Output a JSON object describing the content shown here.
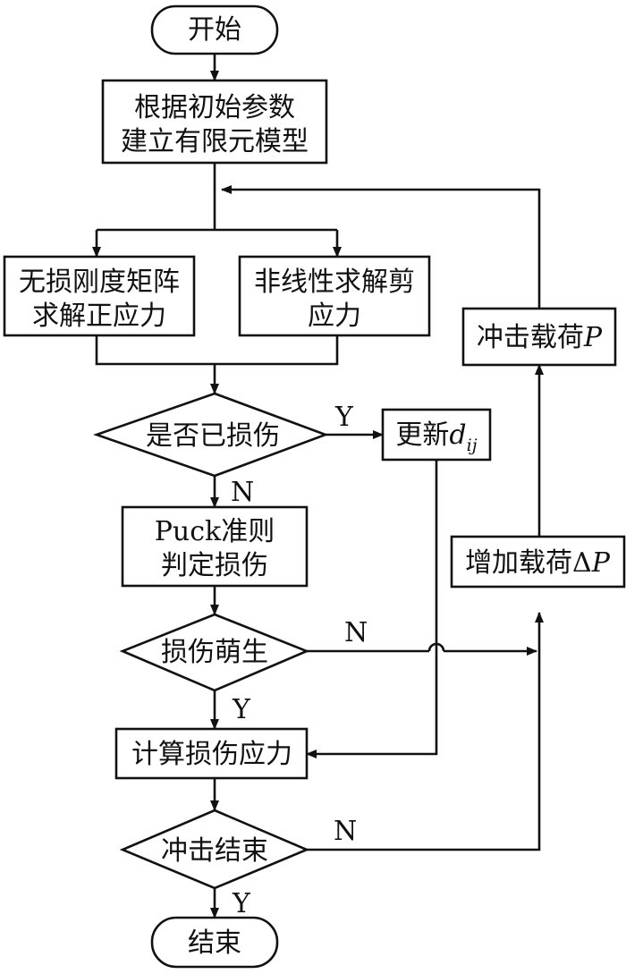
{
  "nodes": {
    "start": "开始",
    "build_line1": "根据初始参数",
    "build_line2": "建立有限元模型",
    "lossless_line1": "无损刚度矩阵",
    "lossless_line2": "求解正应力",
    "nonlinear_line1": "非线性求解剪",
    "nonlinear_line2": "应力",
    "damaged_decision": "是否已损伤",
    "update_prefix": "更新",
    "update_var": "d",
    "update_sub": "ij",
    "puck_line1": "Puck准则",
    "puck_line2": "判定损伤",
    "initiation_decision": "损伤萌生",
    "calc_damage_stress": "计算损伤应力",
    "impact_end_decision": "冲击结束",
    "end": "结束",
    "impact_load_prefix": "冲击载荷",
    "impact_load_var": "P",
    "increase_load_prefix": "增加载荷Δ",
    "increase_load_var": "P"
  },
  "edge_labels": {
    "damaged_yes": "Y",
    "damaged_no": "N",
    "initiation_no": "N",
    "initiation_yes": "Y",
    "impact_end_no": "N",
    "impact_end_yes": "Y"
  }
}
